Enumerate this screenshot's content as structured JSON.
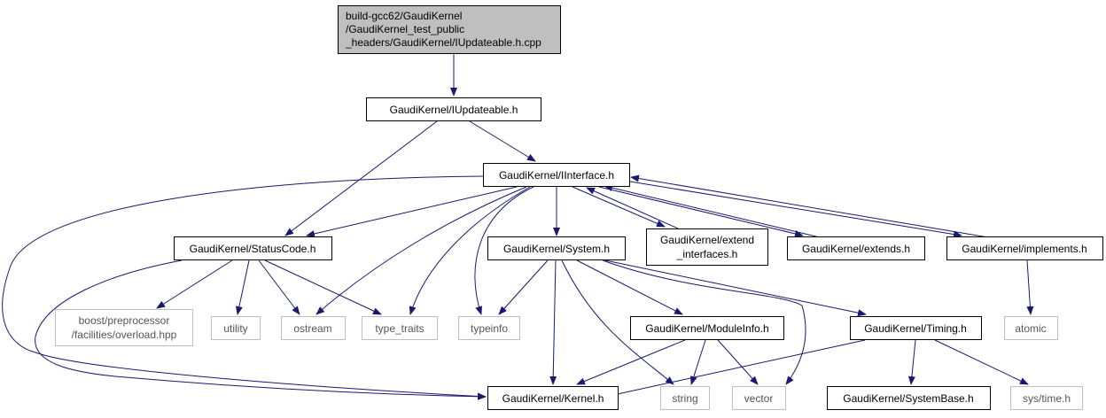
{
  "graph": {
    "root": [
      "build-gcc62/GaudiKernel",
      "/GaudiKernel_test_public",
      "_headers/GaudiKernel/IUpdateable.h.cpp"
    ],
    "nodes": {
      "iupdateable": "GaudiKernel/IUpdateable.h",
      "iinterface": "GaudiKernel/IInterface.h",
      "statuscode": "GaudiKernel/StatusCode.h",
      "system": "GaudiKernel/System.h",
      "extend_interfaces": [
        "GaudiKernel/extend",
        "_interfaces.h"
      ],
      "extends": "GaudiKernel/extends.h",
      "implements": "GaudiKernel/implements.h",
      "boost": [
        "boost/preprocessor",
        "/facilities/overload.hpp"
      ],
      "utility": "utility",
      "ostream": "ostream",
      "type_traits": "type_traits",
      "typeinfo": "typeinfo",
      "moduleinfo": "GaudiKernel/ModuleInfo.h",
      "timing": "GaudiKernel/Timing.h",
      "atomic": "atomic",
      "kernel": "GaudiKernel/Kernel.h",
      "string": "string",
      "vector": "vector",
      "systembase": "GaudiKernel/SystemBase.h",
      "systime": "sys/time.h"
    },
    "edges": [
      [
        "root",
        "iupdateable"
      ],
      [
        "iupdateable",
        "statuscode"
      ],
      [
        "iupdateable",
        "iinterface"
      ],
      [
        "iinterface",
        "statuscode"
      ],
      [
        "iinterface",
        "kernel"
      ],
      [
        "iinterface",
        "ostream"
      ],
      [
        "iinterface",
        "type_traits"
      ],
      [
        "iinterface",
        "typeinfo"
      ],
      [
        "iinterface",
        "system"
      ],
      [
        "iinterface",
        "extend_interfaces"
      ],
      [
        "extend_interfaces",
        "iinterface"
      ],
      [
        "iinterface",
        "extends"
      ],
      [
        "extends",
        "iinterface"
      ],
      [
        "iinterface",
        "implements"
      ],
      [
        "implements",
        "iinterface"
      ],
      [
        "statuscode",
        "boost"
      ],
      [
        "statuscode",
        "utility"
      ],
      [
        "statuscode",
        "ostream"
      ],
      [
        "statuscode",
        "type_traits"
      ],
      [
        "statuscode",
        "kernel"
      ],
      [
        "system",
        "typeinfo"
      ],
      [
        "system",
        "kernel"
      ],
      [
        "system",
        "string"
      ],
      [
        "system",
        "moduleinfo"
      ],
      [
        "system",
        "vector"
      ],
      [
        "system",
        "timing"
      ],
      [
        "moduleinfo",
        "kernel"
      ],
      [
        "moduleinfo",
        "string"
      ],
      [
        "moduleinfo",
        "vector"
      ],
      [
        "timing",
        "kernel"
      ],
      [
        "timing",
        "systembase"
      ],
      [
        "timing",
        "systime"
      ],
      [
        "implements",
        "atomic"
      ]
    ],
    "colors": {
      "edge": "#191970",
      "root_fill": "#bfbfbf",
      "system_header_border": "#bfbfbf",
      "project_header_border": "#000000"
    }
  }
}
